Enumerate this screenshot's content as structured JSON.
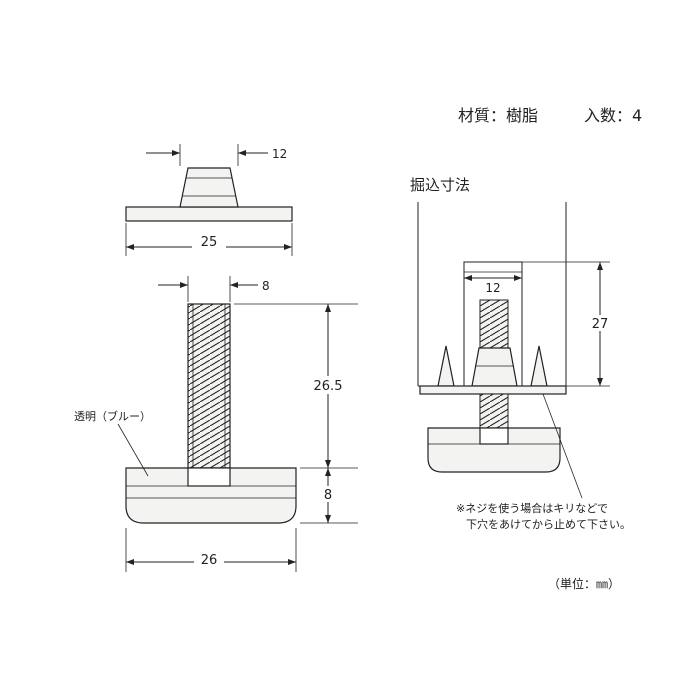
{
  "header": {
    "material_label": "材質：樹脂",
    "quantity_label": "入数：4"
  },
  "views": {
    "top": {
      "dim_head": "12",
      "dim_base": "25"
    },
    "side": {
      "dim_thread_dia": "8",
      "dim_thread_len": "26.5",
      "dim_base_h": "8",
      "dim_base_w": "26",
      "material_note": "透明（ブルー）"
    },
    "install": {
      "title": "掘込寸法",
      "dim_hole_w": "12",
      "dim_hole_depth": "27",
      "note_line1": "※ネジを使う場合はキリなどで",
      "note_line2": "下穴をあけてから止めて下さい。"
    }
  },
  "footer": {
    "unit_label": "（単位：㎜）"
  }
}
